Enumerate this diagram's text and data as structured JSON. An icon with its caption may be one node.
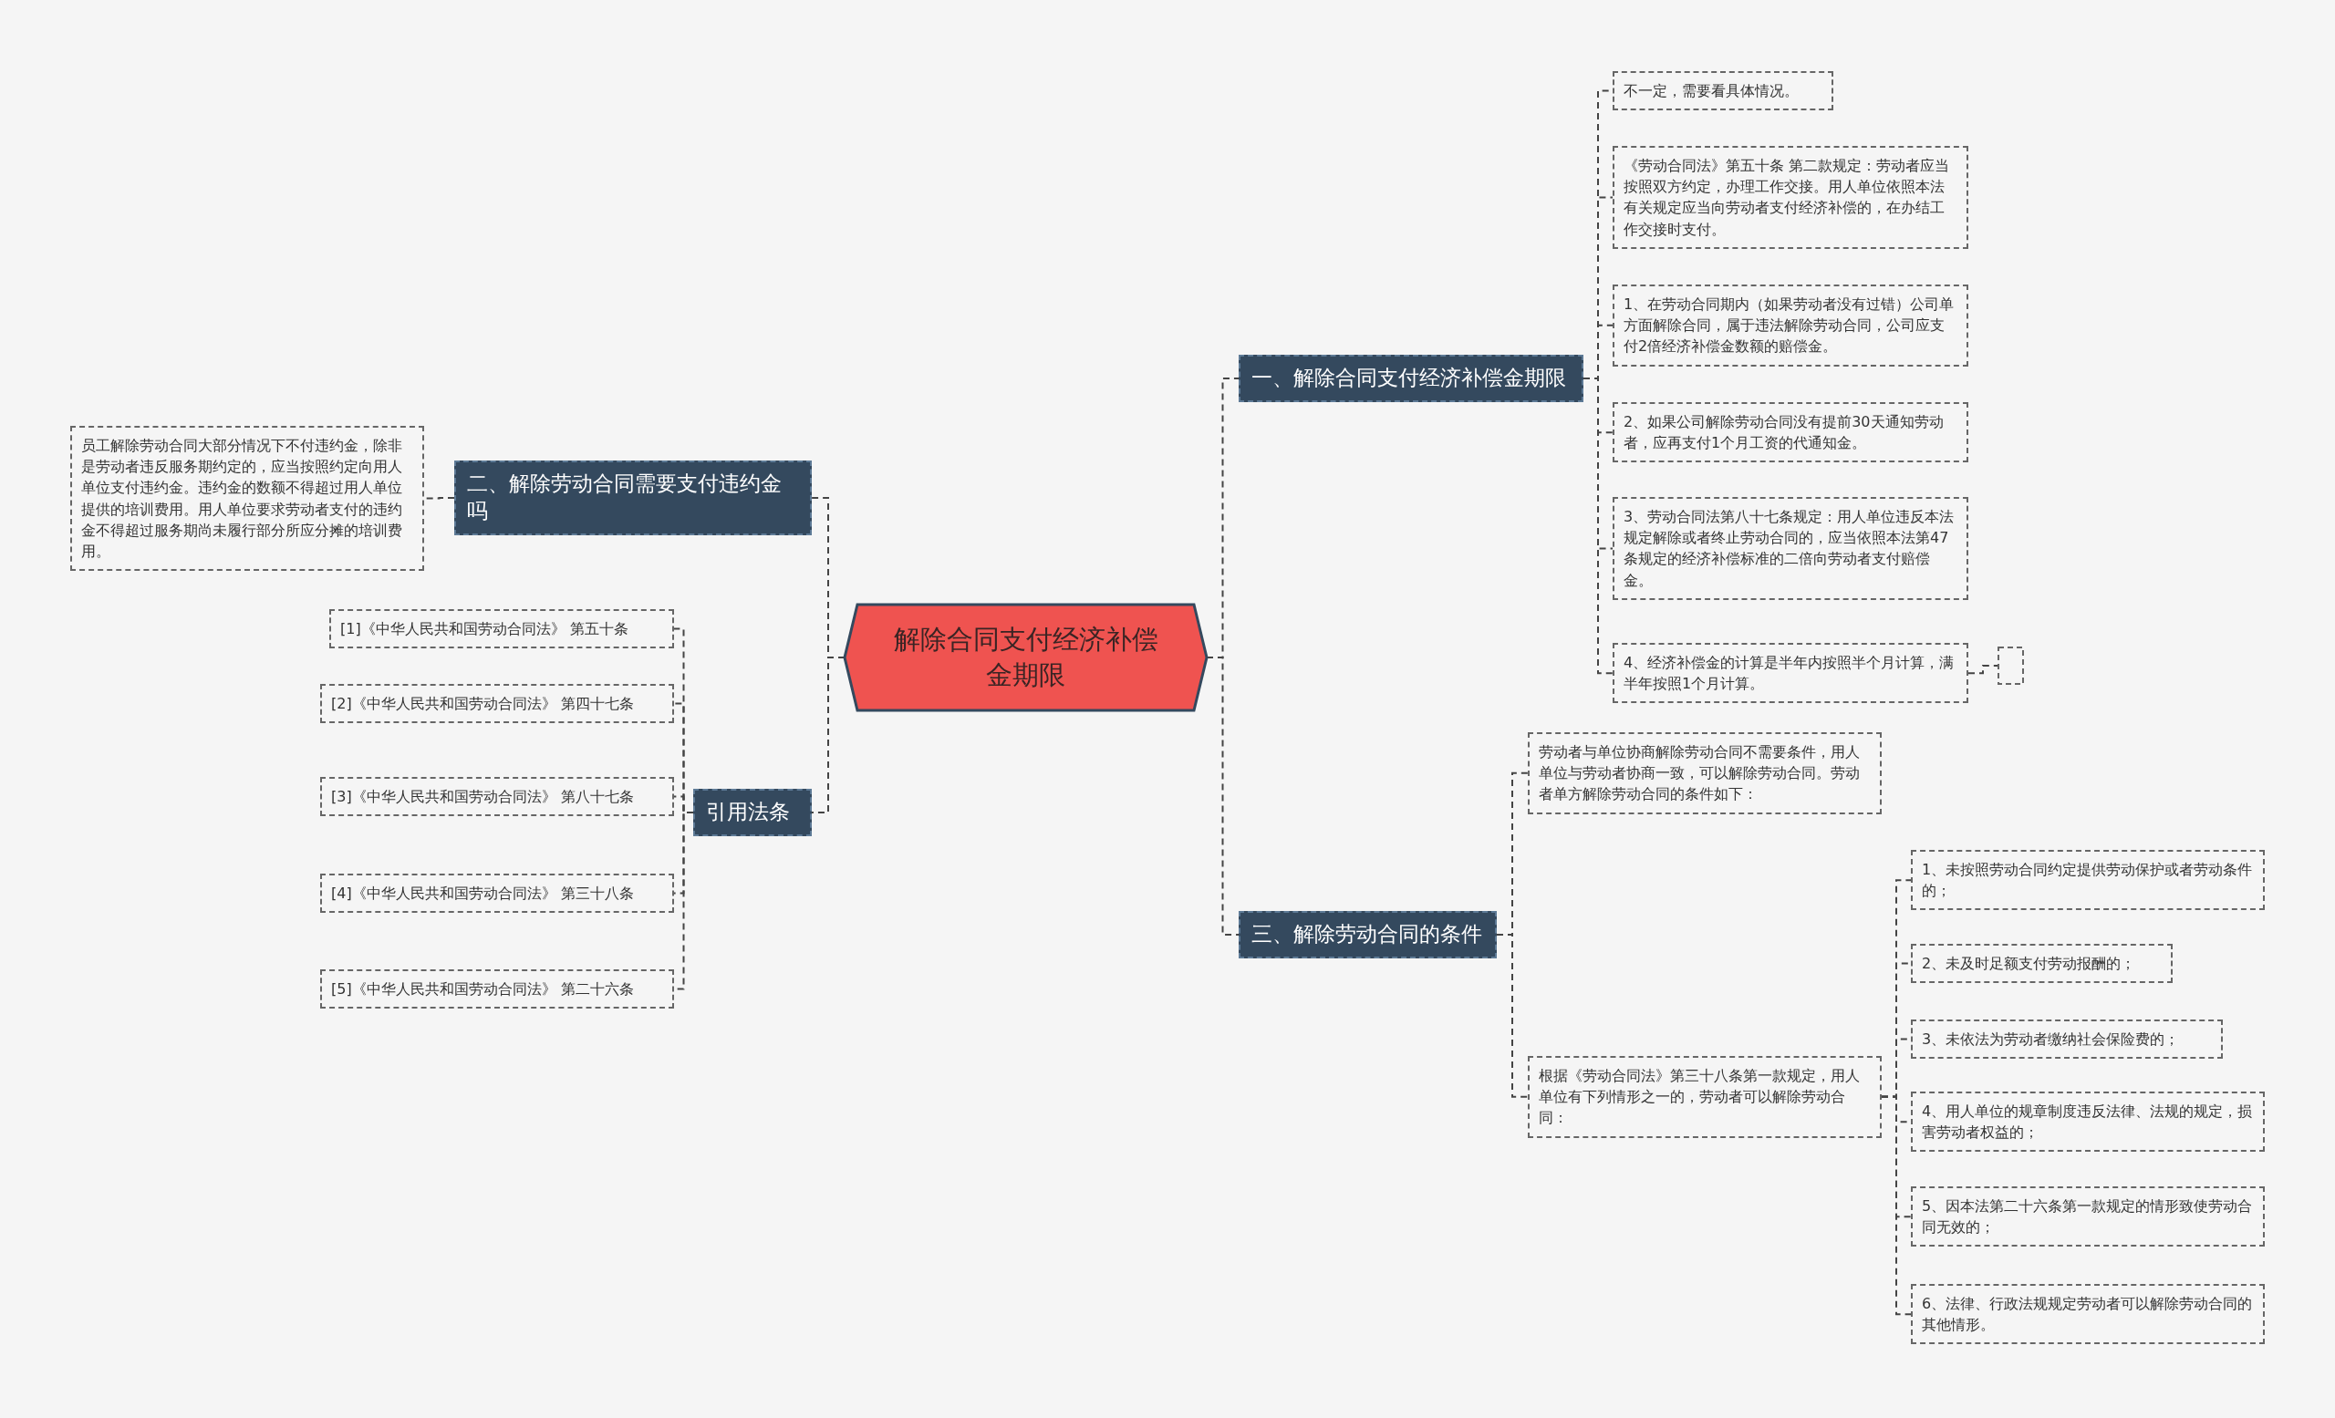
{
  "diagram": {
    "nodes": [
      {
        "text": [
          "解除合同支付经济补偿金期限"
        ]
      },
      {
        "text": [
          "一、解除合同支付经济补偿金期限"
        ]
      },
      {
        "text": [
          "不一定，需要看具体情况。"
        ]
      },
      {
        "text": [
          "《劳动合同法》第五十条 第二款规定：劳动者应当按照双方约定，办理工作交接。用人单位依照本法有关规定应当向劳动者支付经济补偿的，在办结工作交接时支付。"
        ]
      },
      {
        "text": [
          "1、在劳动合同期内（如果劳动者没有过错）公司单方面解除合同，属于违法解除劳动合同，公司应支付2倍经济补偿金数额的赔偿金。"
        ]
      },
      {
        "text": [
          "2、如果公司解除劳动合同没有提前30天通知劳动者，应再支付1个月工资的代通知金。"
        ]
      },
      {
        "text": [
          "3、劳动合同法第八十七条规定：用人单位违反本法规定解除或者终止劳动合同的，应当依照本法第47条规定的经济补偿标准的二倍向劳动者支付赔偿金。"
        ]
      },
      {
        "text": [
          "4、经济补偿金的计算是半年内按照半个月计算，满半年按照1个月计算。"
        ]
      },
      {
        "text": [],
        "shape": "box"
      },
      {
        "text": [
          "三、解除劳动合同的条件"
        ]
      },
      {
        "text": [
          "劳动者与单位协商解除劳动合同不需要条件，用人单位与劳动者协商一致，可以解除劳动合同。劳动者单方解除劳动合同的条件如下："
        ]
      },
      {
        "text": [
          "根据《劳动合同法》第三十八条第一款规定，用人单位有下列情形之一的，劳动者可以解除劳动合同："
        ]
      },
      {
        "text": [
          "1、未按照劳动合同约定提供劳动保护或者劳动条件的；"
        ]
      },
      {
        "text": [
          "2、未及时足额支付劳动报酬的；"
        ]
      },
      {
        "text": [
          "3、未依法为劳动者缴纳社会保险费的；"
        ]
      },
      {
        "text": [
          "4、用人单位的规章制度违反法律、法规的规定，损害劳动者权益的；"
        ]
      },
      {
        "text": [
          "5、因本法第二十六条第一款规定的情形致使劳动合同无效的；"
        ]
      },
      {
        "text": [
          "6、法律、行政法规规定劳动者可以解除劳动合同的其他情形。"
        ]
      },
      {
        "text": [
          "二、解除劳动合同需要支付违约金吗"
        ]
      },
      {
        "text": [
          "员工解除劳动合同大部分情况下不付违约金，除非是劳动者违反服务期约定的，应当按照约定向用人单位支付违约金。违约金的数额不得超过用人单位提供的培训费用。用人单位要求劳动者支付的违约金不得超过服务期尚未履行部分所应分摊的培训费用。"
        ]
      },
      {
        "text": [
          "引用法条"
        ]
      },
      {
        "text": [
          "[1]《中华人民共和国劳动合同法》 第五十条"
        ]
      },
      {
        "text": [
          "[2]《中华人民共和国劳动合同法》 第四十七条"
        ]
      },
      {
        "text": [
          "[3]《中华人民共和国劳动合同法》 第八十七条"
        ]
      },
      {
        "text": [
          "[4]《中华人民共和国劳动合同法》 第三十八条"
        ]
      },
      {
        "text": [
          "[5]《中华人民共和国劳动合同法》 第二十六条"
        ]
      }
    ],
    "edges": [
      {
        "from": 0,
        "to": 1,
        "arrow": "none"
      },
      {
        "from": 1,
        "to": 2,
        "arrow": "none"
      },
      {
        "from": 1,
        "to": 3,
        "arrow": "none"
      },
      {
        "from": 1,
        "to": 4,
        "arrow": "none"
      },
      {
        "from": 1,
        "to": 5,
        "arrow": "none"
      },
      {
        "from": 1,
        "to": 6,
        "arrow": "none"
      },
      {
        "from": 1,
        "to": 7,
        "arrow": "none"
      },
      {
        "from": 7,
        "to": 8,
        "arrow": "none"
      },
      {
        "from": 0,
        "to": 9,
        "arrow": "none"
      },
      {
        "from": 9,
        "to": 10,
        "arrow": "none"
      },
      {
        "from": 9,
        "to": 11,
        "arrow": "none"
      },
      {
        "from": 11,
        "to": 12,
        "arrow": "none"
      },
      {
        "from": 11,
        "to": 13,
        "arrow": "none"
      },
      {
        "from": 11,
        "to": 14,
        "arrow": "none"
      },
      {
        "from": 11,
        "to": 15,
        "arrow": "none"
      },
      {
        "from": 11,
        "to": 16,
        "arrow": "none"
      },
      {
        "from": 11,
        "to": 17,
        "arrow": "none"
      },
      {
        "from": 0,
        "to": 18,
        "arrow": "none"
      },
      {
        "from": 18,
        "to": 19,
        "arrow": "none"
      },
      {
        "from": 0,
        "to": 20,
        "arrow": "none"
      },
      {
        "from": 20,
        "to": 21,
        "arrow": "none"
      },
      {
        "from": 20,
        "to": 22,
        "arrow": "none"
      },
      {
        "from": 20,
        "to": 23,
        "arrow": "none"
      },
      {
        "from": 20,
        "to": 24,
        "arrow": "none"
      },
      {
        "from": 20,
        "to": 25,
        "arrow": "none"
      }
    ]
  }
}
